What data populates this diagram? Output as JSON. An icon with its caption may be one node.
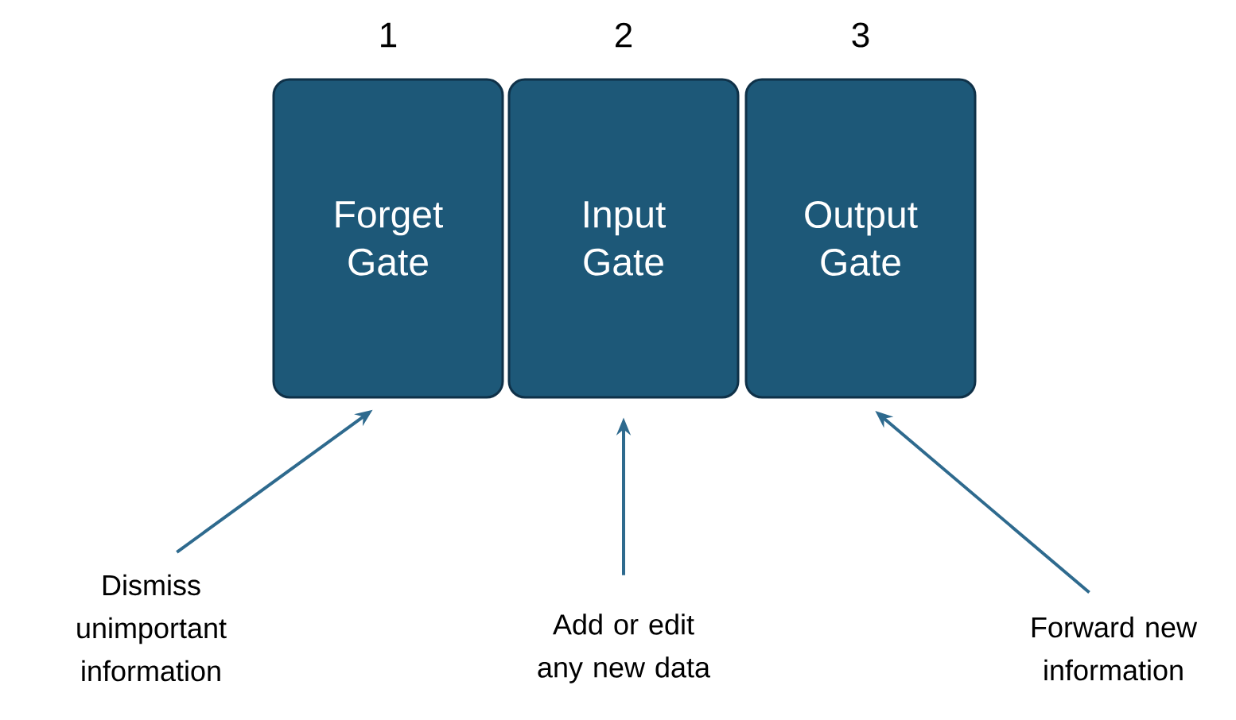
{
  "diagram": {
    "nodes": [
      {
        "text": [
          "Forget Gate"
        ],
        "beside": [
          "1"
        ]
      },
      {
        "text": [
          "Input Gate"
        ],
        "beside": [
          "2"
        ]
      },
      {
        "text": [
          "Output Gate"
        ],
        "beside": [
          "3"
        ]
      },
      {
        "text": [
          "Dismiss unimportant information"
        ]
      },
      {
        "text": [
          "Add or edit any new data"
        ]
      },
      {
        "text": [
          "Forward new information"
        ]
      }
    ],
    "edges": [
      {
        "from": 3,
        "to": 0,
        "arrow": "to"
      },
      {
        "from": 4,
        "to": 1,
        "arrow": "to"
      },
      {
        "from": 5,
        "to": 2,
        "arrow": "to"
      }
    ]
  }
}
